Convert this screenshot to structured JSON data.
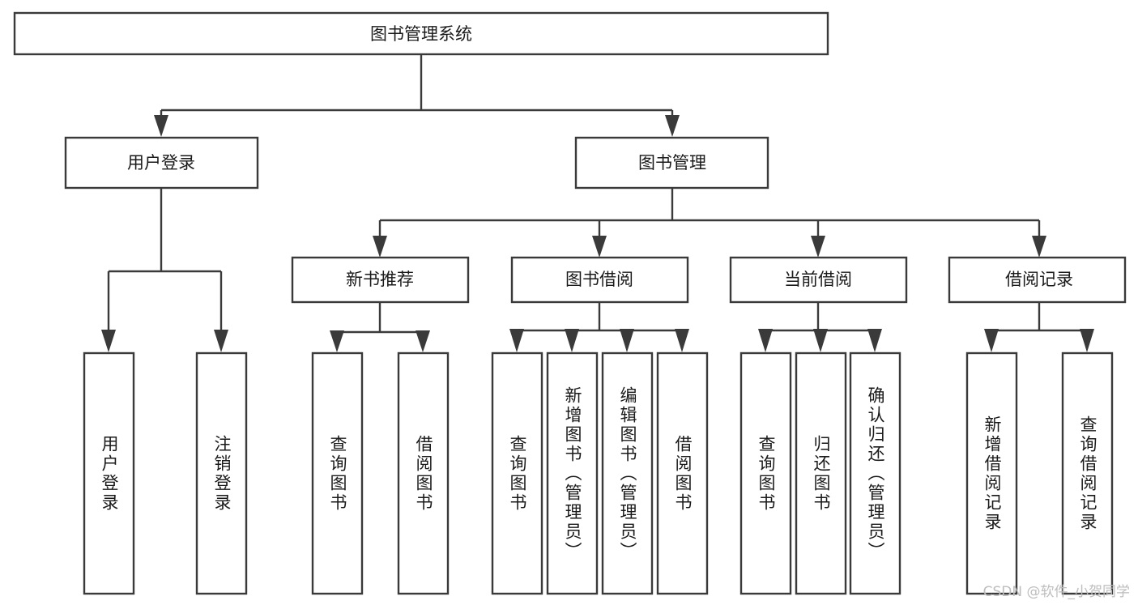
{
  "diagram": {
    "title": "图书管理系统",
    "type": "tree",
    "style": {
      "box_fill": "#ffffff",
      "box_stroke": "#3a3a3a",
      "text_color": "#1a1a1a",
      "background": "#ffffff",
      "watermark_color": "#bdbdbd"
    },
    "root": {
      "label": "图书管理系统",
      "orientation": "horizontal"
    },
    "level2": [
      {
        "label": "用户登录",
        "orientation": "horizontal"
      },
      {
        "label": "图书管理",
        "orientation": "horizontal"
      }
    ],
    "level3": [
      {
        "label": "新书推荐",
        "orientation": "horizontal",
        "parent": "图书管理"
      },
      {
        "label": "图书借阅",
        "orientation": "horizontal",
        "parent": "图书管理"
      },
      {
        "label": "当前借阅",
        "orientation": "horizontal",
        "parent": "图书管理"
      },
      {
        "label": "借阅记录",
        "orientation": "horizontal",
        "parent": "图书管理"
      }
    ],
    "leaves": [
      {
        "label": "用户登录",
        "parent": "用户登录",
        "orientation": "vertical"
      },
      {
        "label": "注销登录",
        "parent": "用户登录",
        "orientation": "vertical"
      },
      {
        "label": "查询图书",
        "parent": "新书推荐",
        "orientation": "vertical"
      },
      {
        "label": "借阅图书",
        "parent": "新书推荐",
        "orientation": "vertical"
      },
      {
        "label": "查询图书",
        "parent": "图书借阅",
        "orientation": "vertical"
      },
      {
        "label": "新增图书（管理员）",
        "parent": "图书借阅",
        "orientation": "vertical"
      },
      {
        "label": "编辑图书（管理员）",
        "parent": "图书借阅",
        "orientation": "vertical"
      },
      {
        "label": "借阅图书",
        "parent": "图书借阅",
        "orientation": "vertical"
      },
      {
        "label": "查询图书",
        "parent": "当前借阅",
        "orientation": "vertical"
      },
      {
        "label": "归还图书",
        "parent": "当前借阅",
        "orientation": "vertical"
      },
      {
        "label": "确认归还（管理员）",
        "parent": "当前借阅",
        "orientation": "vertical"
      },
      {
        "label": "新增借阅记录",
        "parent": "借阅记录",
        "orientation": "vertical"
      },
      {
        "label": "查询借阅记录",
        "parent": "借阅记录",
        "orientation": "vertical"
      }
    ]
  },
  "watermark": {
    "text": "CSDN @软件_小贺同学"
  }
}
